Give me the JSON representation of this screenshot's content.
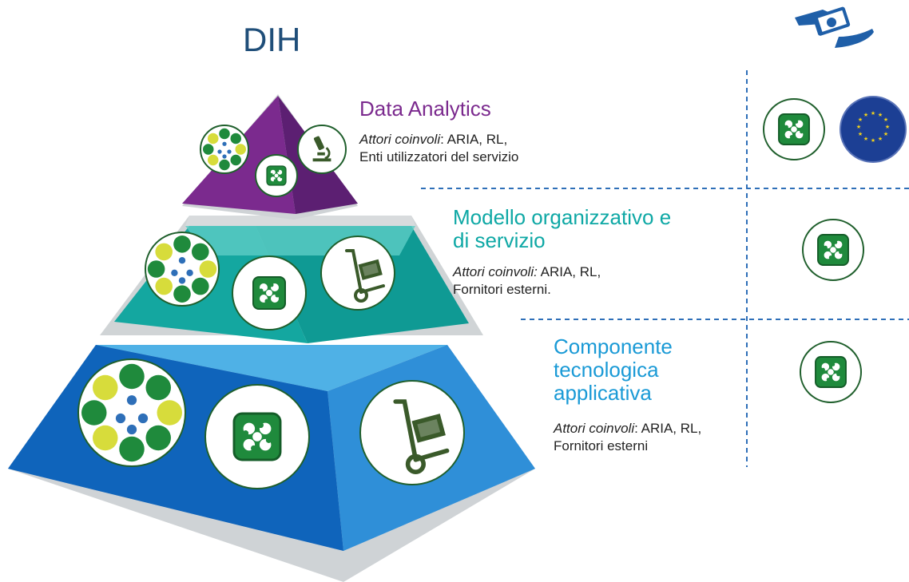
{
  "title": "DIH",
  "colors": {
    "title": "#1f4e79",
    "top_level": "#7b2a8e",
    "middle_level": "#0ea8a5",
    "bottom_level": "#1a9ad6",
    "lombardia_green": "#1f8a3c",
    "eu_blue": "#1c3f94"
  },
  "levels": [
    {
      "title": "Data Analytics",
      "actors_label": "Attori coinvoli",
      "actors_sep": ": ",
      "actors_line1": "ARIA, RL,",
      "actors_line2": "Enti utilizzatori del servizio",
      "icons": [
        "green-circles-icon",
        "lombardia-logo-icon",
        "microscope-icon"
      ],
      "funding_icons": [
        "lombardia-logo-icon",
        "eu-flag-icon"
      ]
    },
    {
      "title_line1": "Modello organizzativo e",
      "title_line2": "di servizio",
      "actors_label": "Attori coinvoli:",
      "actors_sep": " ",
      "actors_line1": "ARIA, RL,",
      "actors_line2": "Fornitori esterni.",
      "icons": [
        "green-circles-icon",
        "lombardia-logo-icon",
        "hand-truck-icon"
      ],
      "funding_icons": [
        "lombardia-logo-icon"
      ]
    },
    {
      "title_line1": "Componente",
      "title_line2": "tecnologica",
      "title_line3": "applicativa",
      "actors_label": "Attori coinvoli",
      "actors_sep": ": ",
      "actors_line1": "ARIA, RL,",
      "actors_line2": "Fornitori esterni",
      "icons": [
        "green-circles-icon",
        "lombardia-logo-icon",
        "hand-truck-icon"
      ],
      "funding_icons": [
        "lombardia-logo-icon"
      ]
    }
  ],
  "header_icon": "money-hand-icon"
}
